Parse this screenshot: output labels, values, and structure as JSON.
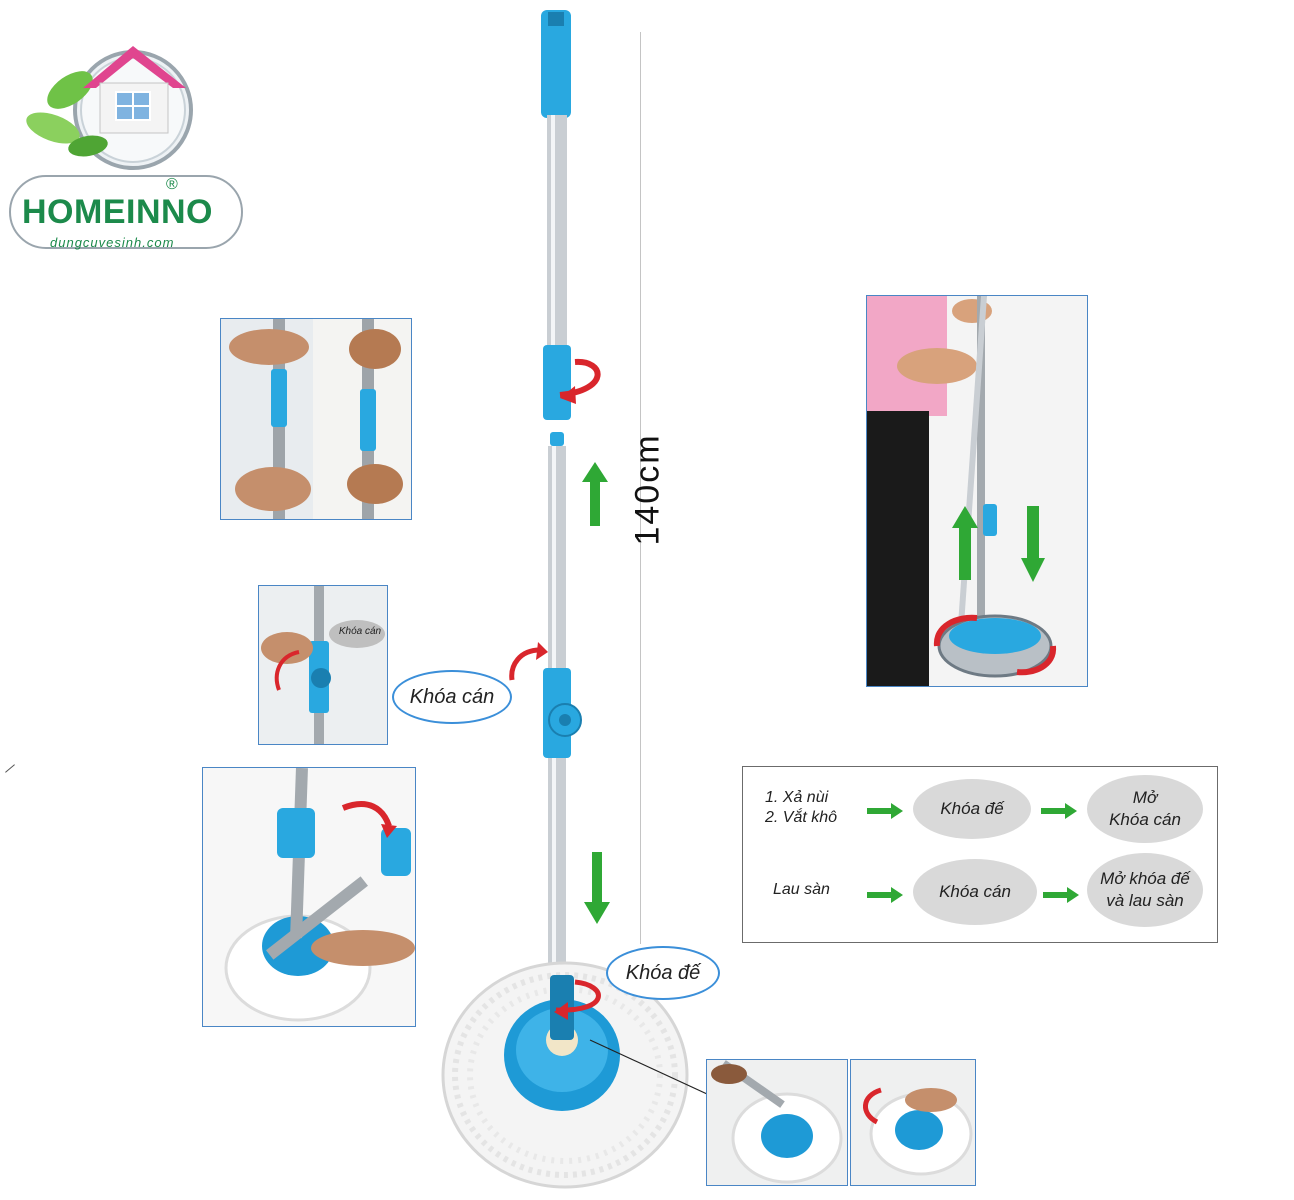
{
  "logo": {
    "brand": "HOMEINNO",
    "registered": "®",
    "website": "dungcuvesinh.com"
  },
  "measure": {
    "length": "140cm"
  },
  "callouts": {
    "handle_lock": "Khóa cán",
    "base_lock": "Khóa đế",
    "inset_handle_lock": "Khóa cán"
  },
  "guide": {
    "row1": {
      "steps": [
        "1. Xả nùi",
        "2. Vắt khô"
      ],
      "oval1": "Khóa đế",
      "oval2_line1": "Mở",
      "oval2_line2": "Khóa cán"
    },
    "row2": {
      "step": "Lau sàn",
      "oval1": "Khóa cán",
      "oval2_line1": "Mở khóa đế",
      "oval2_line2": "và lau sàn"
    }
  },
  "colors": {
    "accent_blue": "#29a8e0",
    "arrow_green": "#2fa835",
    "arrow_red": "#d9262c",
    "frame_blue": "#4a86c5"
  }
}
